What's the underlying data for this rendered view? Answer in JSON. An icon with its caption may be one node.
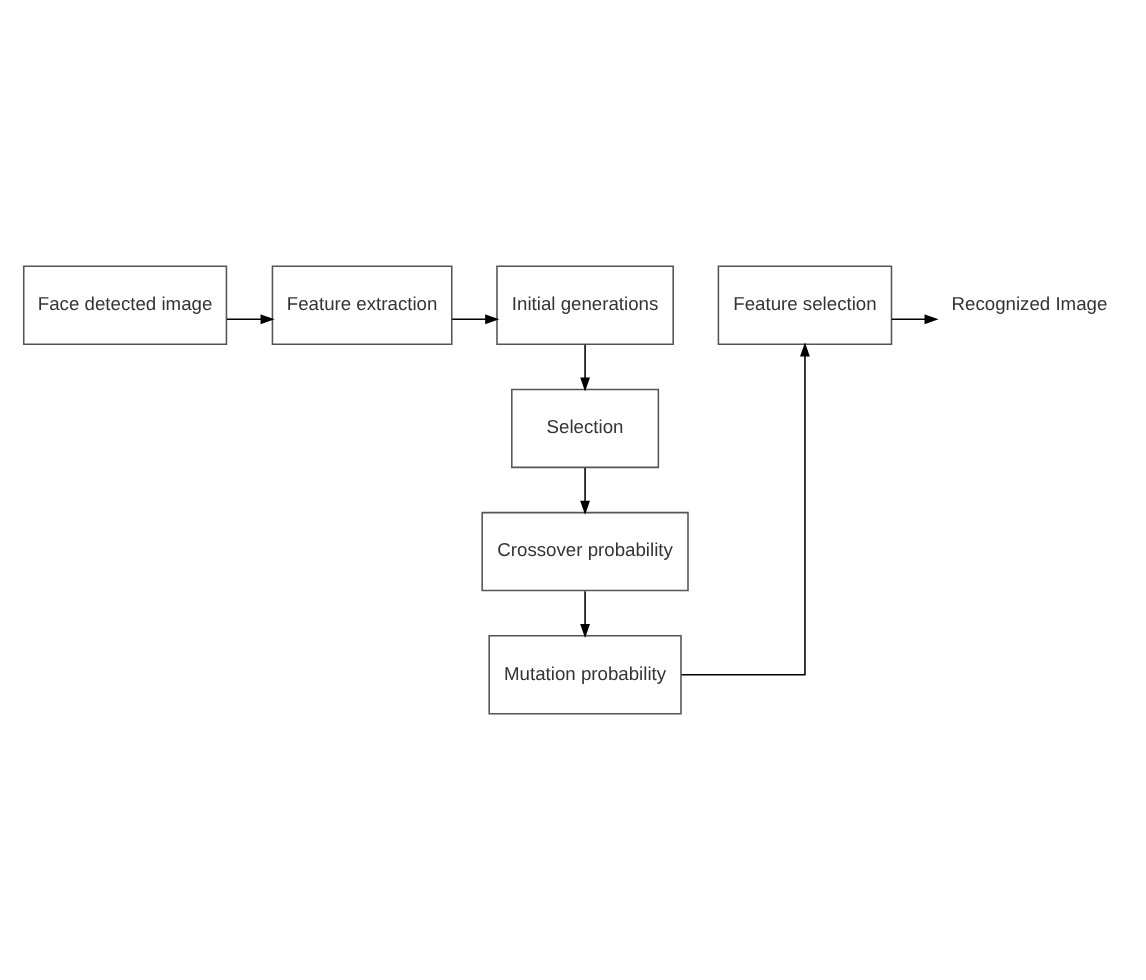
{
  "diagram": {
    "nodes": [
      {
        "text": [
          "Face detected image"
        ]
      },
      {
        "text": [
          "Feature extraction"
        ]
      },
      {
        "text": [
          "Initial generations"
        ]
      },
      {
        "text": [
          "Feature selection"
        ]
      },
      {
        "text": [
          "Recognized Image"
        ]
      },
      {
        "text": [
          "Selection"
        ]
      },
      {
        "text": [
          "Crossover probability"
        ]
      },
      {
        "text": [
          "Mutation probability"
        ]
      }
    ],
    "edges": [
      {
        "from": 0,
        "to": 1,
        "arrow": "to"
      },
      {
        "from": 1,
        "to": 2,
        "arrow": "to"
      },
      {
        "from": 2,
        "to": 5,
        "arrow": "to"
      },
      {
        "from": 5,
        "to": 6,
        "arrow": "to"
      },
      {
        "from": 6,
        "to": 7,
        "arrow": "to"
      },
      {
        "from": 7,
        "to": 3,
        "arrow": "to"
      },
      {
        "from": 3,
        "to": 4,
        "arrow": "to"
      }
    ]
  }
}
